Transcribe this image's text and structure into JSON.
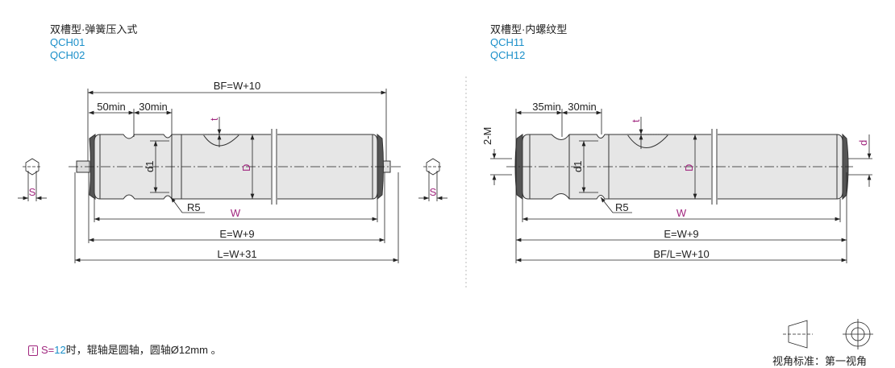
{
  "left": {
    "title": "双槽型·弹簧压入式",
    "codes": [
      "QCH01",
      "QCH02"
    ],
    "dims": {
      "bf": "BF=W+10",
      "a": "50min",
      "b": "30min",
      "t": "t",
      "d1": "d1",
      "D": "D",
      "r": "R5",
      "w": "W",
      "e": "E=W+9",
      "l": "L=W+31",
      "s": "S"
    }
  },
  "right": {
    "title": "双槽型·内螺纹型",
    "codes": [
      "QCH11",
      "QCH12"
    ],
    "dims": {
      "a": "35min",
      "b": "30min",
      "m": "2-M",
      "t": "t",
      "d1": "d1",
      "D": "D",
      "d": "d",
      "r": "R5",
      "w": "W",
      "e": "E=W+9",
      "bfl": "BF/L=W+10"
    }
  },
  "note": {
    "warn_icon": "!",
    "prefix": "S=",
    "value": "12",
    "text": "时，辊轴是圆轴，圆轴Ø12mm 。"
  },
  "view": {
    "label": "视角标准：第一视角"
  }
}
